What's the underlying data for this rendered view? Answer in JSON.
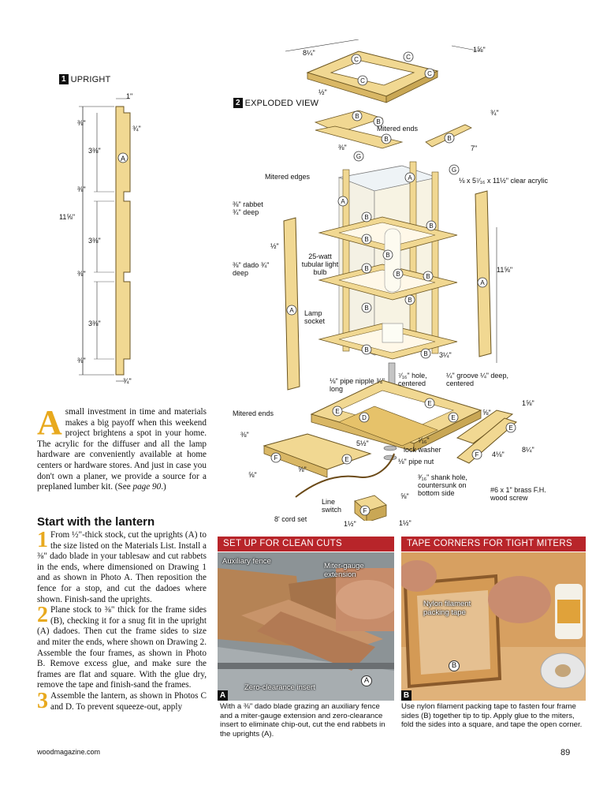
{
  "drawing1": {
    "num": "1",
    "title": "UPRIGHT",
    "dims": {
      "top_width": "1\"",
      "rabbet_top": "⅜\"",
      "rabbet_depth_top": "¾\"",
      "seg1": "3⅜\"",
      "dado1": "⅜\"",
      "seg2": "3⅜\"",
      "dado2": "⅜\"",
      "seg3": "3⅜\"",
      "rabbet_bottom": "⅜\"",
      "bottom_width": "¾\"",
      "overall": "11⅝\""
    },
    "part_label": "A"
  },
  "drawing2": {
    "num": "2",
    "title": "EXPLODED VIEW",
    "labels": {
      "top_width": "8¼\"",
      "top_depth": "1⅝\"",
      "top_thick": "½\"",
      "mitered_ends": "Mitered ends",
      "frame_width": "¾\"",
      "frame_thick": "⅜\"",
      "frame_len": "7\"",
      "mitered_edges": "Mitered edges",
      "acrylic": "⅛ x 5⁷⁄₁₆ x 11½\" clear acrylic",
      "rabbet": "⅜\" rabbet ¾\" deep",
      "half": "½\"",
      "bulb": "25-watt tubular light bulb",
      "dado": "⅜\" dado ¾\" deep",
      "upright_len": "11⅝\"",
      "lamp_socket": "Lamp socket",
      "frame_depth": "3¼\"",
      "nipple": "⅛\" pipe nipple ¾\" long",
      "hole": "⁷⁄₁₆\" hole, centered",
      "groove": "¼\" groove ¼\" deep, centered",
      "base_depth": "1⅝\"",
      "mitered_ends_base": "Mitered ends",
      "base_h": "⅝\"",
      "left_h": "⅜\"",
      "base_w": "5½\"",
      "washer_size": "⁷⁄₁₆\"",
      "lock_washer": "lock washer",
      "pipe_nut": "⅛\" pipe nut",
      "base_thick": "⅝\"",
      "left_thick": "⅝\"",
      "right_w1": "4⅛\"",
      "right_w2": "8¼\"",
      "shank": "³⁄₁₆\" shank hole, countersunk on bottom side",
      "screw": "#6 x 1\" brass F.H. wood screw",
      "line_switch": "Line switch",
      "cord_set": "8' cord set",
      "block_h": "⅝\"",
      "block_w": "1½\"",
      "block_d": "1½\""
    }
  },
  "intro": {
    "dropcap": "A",
    "text": "small investment in time and materials makes a big payoff when this weekend project brightens a spot in your home. The acrylic for the diffuser and all the lamp hardware are conveniently available at home centers or hardware stores. And just in case you don't own a planer, we provide a source for a preplaned lumber kit. (See ",
    "link": "page 90",
    "end": ".)"
  },
  "section": {
    "heading": "Start with the lantern",
    "step1_num": "1",
    "step1": "From ½\"-thick stock, cut the uprights (A) to the size listed on the Materials List. Install a ⅜\" dado blade in your tablesaw and cut rabbets in the ends, where dimensioned on Drawing 1 and as shown in Photo A. Then reposition the fence for a stop, and cut the dadoes where shown. Finish-sand the uprights.",
    "step2_num": "2",
    "step2": "Plane stock to ⅜\" thick for the frame sides (B), checking it for a snug fit in the upright (A) dadoes. Then cut the frame sides to size and miter the ends, where shown on Drawing 2. Assemble the four frames, as shown in Photo B. Remove excess glue, and make sure the frames are flat and square. With the glue dry, remove the tape and finish-sand the frames.",
    "step3_num": "3",
    "step3": "Assemble the lantern, as shown in Photos C and D. To prevent squeeze-out, apply"
  },
  "photoA": {
    "head": "SET UP FOR CLEAN CUTS",
    "label_fence": "Auxiliary fence",
    "label_miter": "Miter-gauge extension",
    "label_insert": "Zero-clearance insert",
    "tag": "A",
    "part": "A",
    "caption": "With a ⅜\" dado blade grazing an auxiliary fence and a miter-gauge extension and zero-clearance insert to eliminate chip-out, cut the end rabbets in the uprights (A)."
  },
  "photoB": {
    "head": "TAPE CORNERS FOR TIGHT MITERS",
    "label_tape": "Nylon filament packing tape",
    "tag": "B",
    "part": "B",
    "caption": "Use nylon filament packing tape to fasten four frame sides (B) together tip to tip. Apply glue to the miters, fold the sides into a square, and tape the open corner."
  },
  "footer": {
    "site": "woodmagazine.com",
    "page": "89"
  },
  "colors": {
    "wood": "#f1d892",
    "wood_dark": "#d9b765",
    "accent": "#e8a91e",
    "red": "#b8252a"
  }
}
